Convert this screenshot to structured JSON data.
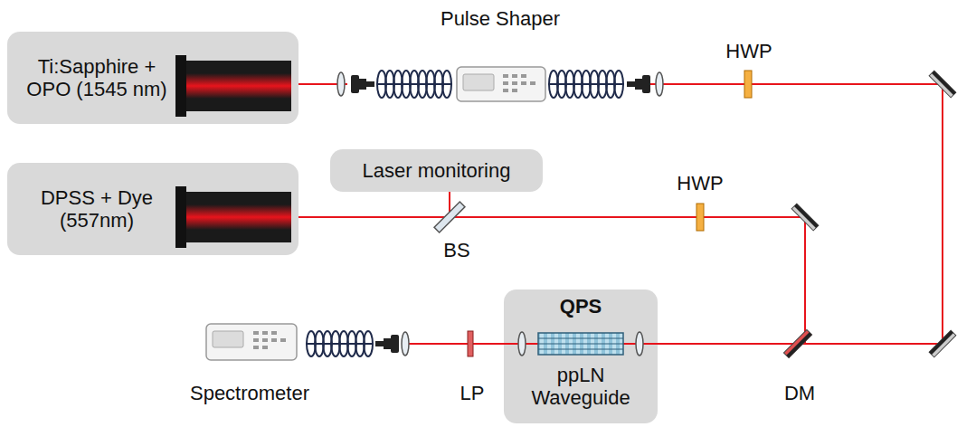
{
  "diagram": {
    "nodes": [
      {
        "text": [
          "Ti:Sapphire + OPO (1545 nm)"
        ]
      },
      {
        "text": [
          "DPSS + Dye (557nm)"
        ]
      },
      {
        "text": [
          "Laser monitoring"
        ]
      },
      {
        "text": [
          "QPS",
          "ppLN Waveguide"
        ]
      }
    ],
    "edges": [
      {
        "from": 0,
        "to": 3,
        "arrow": "none"
      },
      {
        "from": 1,
        "to": 3,
        "arrow": "none"
      },
      {
        "from": 1,
        "to": 2,
        "arrow": "none"
      }
    ],
    "labels": [
      "Pulse Shaper",
      "HWP",
      "HWP",
      "BS",
      "DM",
      "LP",
      "Spectrometer"
    ]
  }
}
